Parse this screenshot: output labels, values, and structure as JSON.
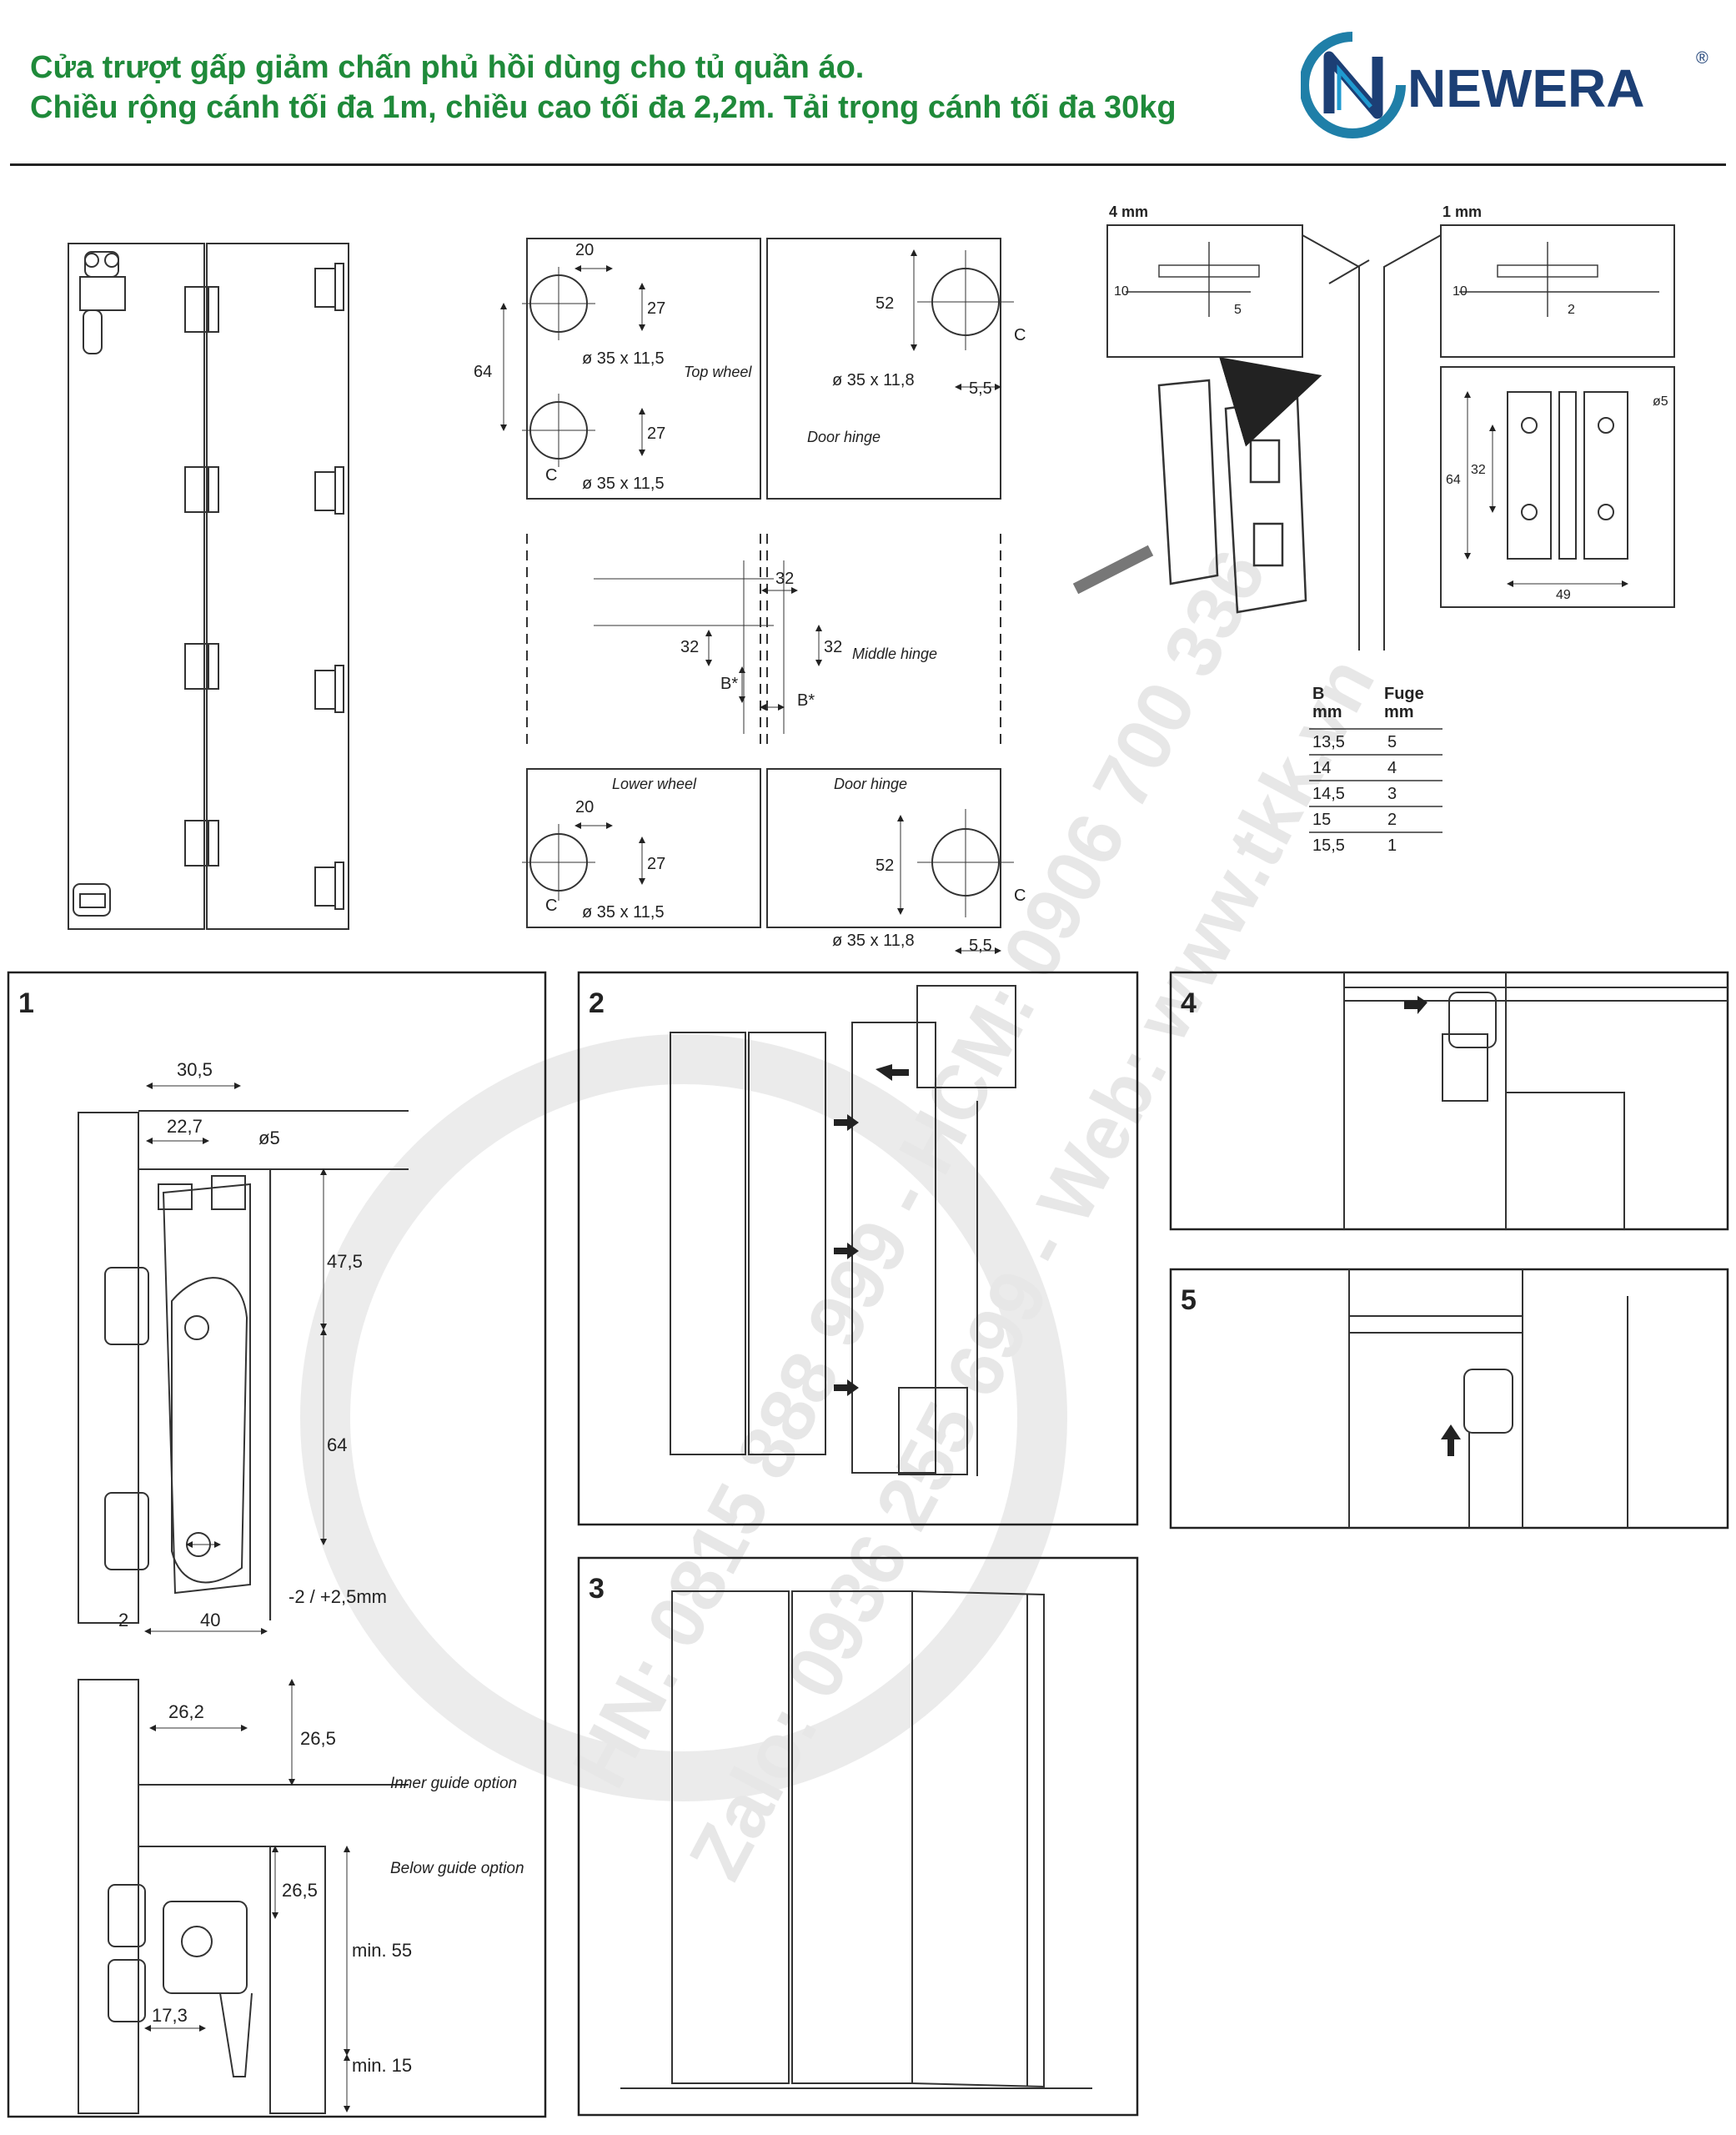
{
  "header": {
    "title_line1": "Cửa trượt gấp giảm chấn phủ hồi dùng cho tủ quần áo.",
    "title_line2": "Chiều rộng cánh tối đa 1m, chiều cao tối đa 2,2m. Tải trọng cánh tối đa 30kg",
    "brand": "NEWERA",
    "brand_mark": "®",
    "brand_color": "#1f8a3a"
  },
  "drilling": {
    "top_wheel": {
      "label": "Top wheel",
      "w": "20",
      "h1": "27",
      "h2": "27",
      "pitch": "64",
      "hole1": "ø 35 x 11,5",
      "hole2": "ø 35 x 11,5",
      "c": "C"
    },
    "door_hinge_top": {
      "label": "Door hinge",
      "h": "52",
      "hole": "ø 35 x 11,8",
      "edge": "5,5",
      "c": "C"
    },
    "middle_hinge": {
      "label": "Middle hinge",
      "a": "32",
      "b": "32",
      "c": "32",
      "bstar1": "B*",
      "bstar2": "B*"
    },
    "lower_wheel": {
      "label": "Lower wheel",
      "w": "20",
      "h": "27",
      "hole": "ø 35 x 11,5",
      "c": "C"
    },
    "door_hinge_bottom": {
      "label": "Door hinge",
      "h": "52",
      "hole": "ø 35 x 11,8",
      "edge": "5,5",
      "c": "C"
    }
  },
  "gap_detail": {
    "left": "4 mm",
    "right": "1 mm",
    "l_ten": "10",
    "l_five": "5",
    "r_ten": "10",
    "r_two": "2"
  },
  "hinge_detail": {
    "d": "ø5",
    "h64": "64",
    "h32": "32",
    "w49": "49"
  },
  "fuge_table": {
    "headers": [
      [
        "B",
        "mm"
      ],
      [
        "Fuge",
        "mm"
      ]
    ],
    "rows": [
      [
        "13,5",
        "5"
      ],
      [
        "14",
        "4"
      ],
      [
        "14,5",
        "3"
      ],
      [
        "15",
        "2"
      ],
      [
        "15,5",
        "1"
      ]
    ]
  },
  "panel1": {
    "num": "1",
    "d30_5": "30,5",
    "d22_7": "22,7",
    "d_o5": "ø5",
    "d47_5": "47,5",
    "d64": "64",
    "adj": "-2 / +2,5mm",
    "d2": "2",
    "d40": "40",
    "d26_2": "26,2",
    "d26_5a": "26,5",
    "d26_5b": "26,5",
    "min55": "min. 55",
    "min15": "min. 15",
    "d17_3": "17,3",
    "inner": "Inner guide option",
    "below": "Below guide option"
  },
  "panel2": {
    "num": "2"
  },
  "panel3": {
    "num": "3"
  },
  "panel4": {
    "num": "4"
  },
  "panel5": {
    "num": "5"
  },
  "watermark": {
    "phones": "HN: 0815 888 999 - HCM: 0906 700 336",
    "phones2": "Zalo: 0936 255 699 - Web: www.tkk.vn"
  }
}
